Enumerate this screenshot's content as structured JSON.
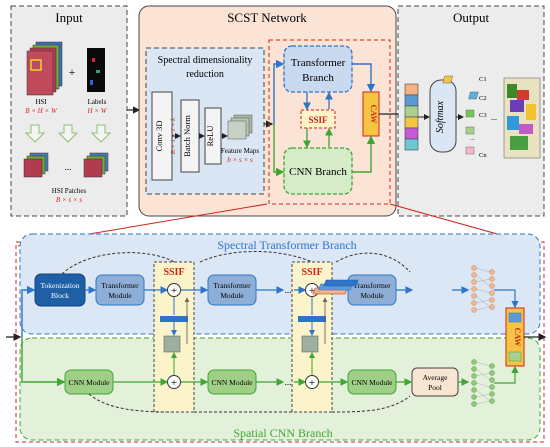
{
  "top": {
    "input_title": "Input",
    "network_title": "SCST Network",
    "output_title": "Output",
    "hsi_label": "HSI",
    "hsi_dims": "B × H × W",
    "labels_label": "Labels",
    "labels_dims": "H × W",
    "patches_label": "HSI Patches",
    "patches_dims": "B × s × s",
    "plus": "+",
    "spectral_title_1": "Spectral dimensionality",
    "spectral_title_2": "reduction",
    "conv_label": "Conv 3D",
    "conv_dims": "B × 1 × 1 × k",
    "bn_label": "Batch Norm",
    "relu_label": "ReLU",
    "feature_maps": "Feature Maps",
    "feature_dims": "b × s × s",
    "transformer_1": "Transformer",
    "transformer_2": "Branch",
    "ssif": "SSIF",
    "caw": "CAW",
    "cnn_branch": "CNN Branch",
    "softmax": "Softmax",
    "class_labels": [
      "C1",
      "C2",
      "C3",
      "Cn"
    ],
    "ellipsis": "..."
  },
  "bottom": {
    "spectral_branch_title": "Spectral Transformer Branch",
    "spatial_branch_title": "Spatial CNN Branch",
    "tokenization_1": "Tokenization",
    "tokenization_2": "Block",
    "transformer_module_1": "Transformer",
    "transformer_module_2": "Module",
    "ssif": "SSIF",
    "cnn_module": "CNN Module",
    "avg_pool_1": "Average",
    "avg_pool_2": "Pool",
    "caw": "CAW",
    "plus": "+",
    "ellipsis": "..."
  },
  "colors": {
    "input_bg": "#ececec",
    "network_bg": "#fbe3d6",
    "spectral_box_bg": "#dbe6f5",
    "transformer_bg": "#c9daf0",
    "cnn_bg": "#d6ecc9",
    "ssif_text": "#e0241b",
    "caw_fill": "#f6c443",
    "blue_arrow": "#2e75c9",
    "green_arrow": "#3fa535",
    "spectral_band_bg": "#dbe7f5",
    "spatial_band_bg": "#e3f1da",
    "ssif_col_bg": "#fbf3c9",
    "token_fill": "#1f5fa5",
    "module_fill": "#8eaed6"
  }
}
